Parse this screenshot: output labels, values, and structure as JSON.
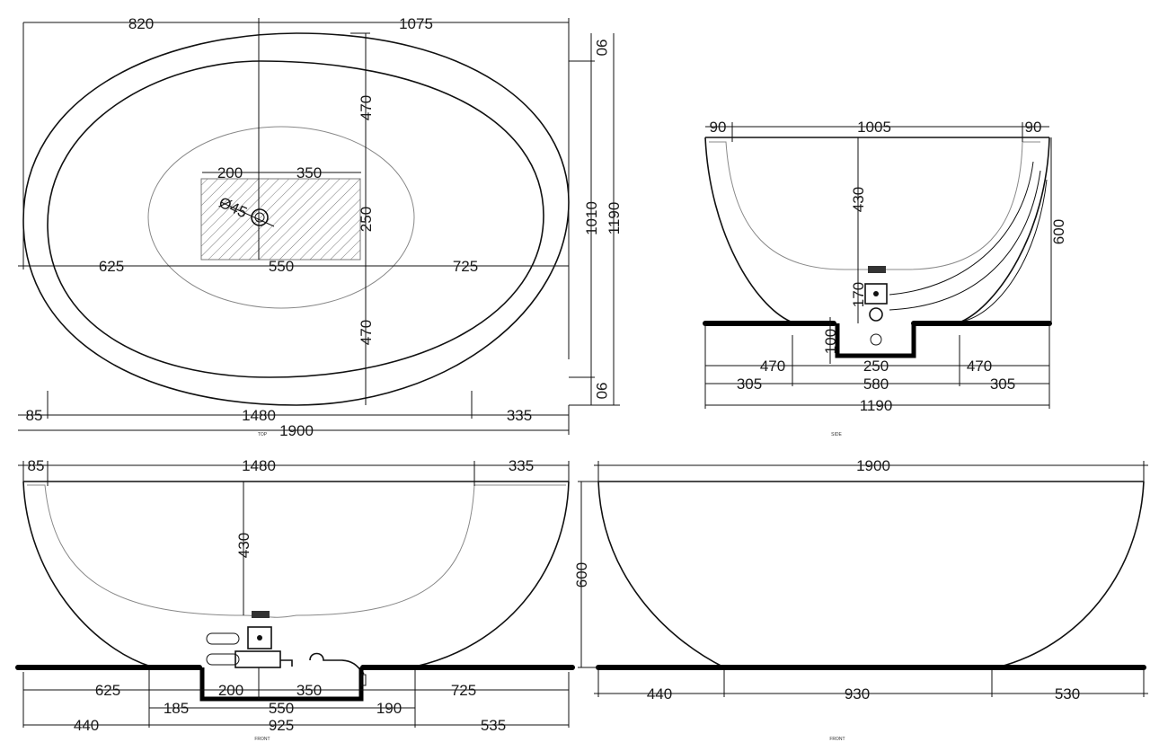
{
  "views": {
    "top": {
      "caption": "TOP",
      "dims": {
        "top_left": "820",
        "top_right": "1075",
        "right_90_top": "90",
        "right_1010": "1010",
        "right_1190": "1190",
        "right_90_bottom": "90",
        "inner_470_top": "470",
        "inner_470_bottom": "470",
        "cutout_200": "200",
        "cutout_350": "350",
        "cutout_250": "250",
        "cutout_550": "550",
        "drain": "Ø45",
        "left_625": "625",
        "right_725": "725",
        "bottom_85": "85",
        "bottom_1480": "1480",
        "bottom_335": "335",
        "bottom_1900": "1900"
      }
    },
    "side": {
      "caption": "SIDE",
      "dims": {
        "top_90_left": "90",
        "top_1005": "1005",
        "top_90_right": "90",
        "depth_430": "430",
        "height_600": "600",
        "drain_170": "170",
        "pit_100": "100",
        "row1_470_left": "470",
        "row1_250": "250",
        "row1_470_right": "470",
        "row2_305_left": "305",
        "row2_580": "580",
        "row2_305_right": "305",
        "row3_1190": "1190"
      }
    },
    "front_section": {
      "caption": "FRONT",
      "dims": {
        "top_85": "85",
        "top_1480": "1480",
        "top_335": "335",
        "depth_430": "430",
        "row1_625": "625",
        "row1_200": "200",
        "row1_350": "350",
        "row1_725": "725",
        "row2_185": "185",
        "row2_550": "550",
        "row2_190": "190",
        "row3_440": "440",
        "row3_925": "925",
        "row3_535": "535"
      }
    },
    "front_outline": {
      "caption": "FRONT",
      "dims": {
        "top_1900": "1900",
        "height_600": "600",
        "bottom_440": "440",
        "bottom_930": "930",
        "bottom_530": "530"
      }
    }
  }
}
